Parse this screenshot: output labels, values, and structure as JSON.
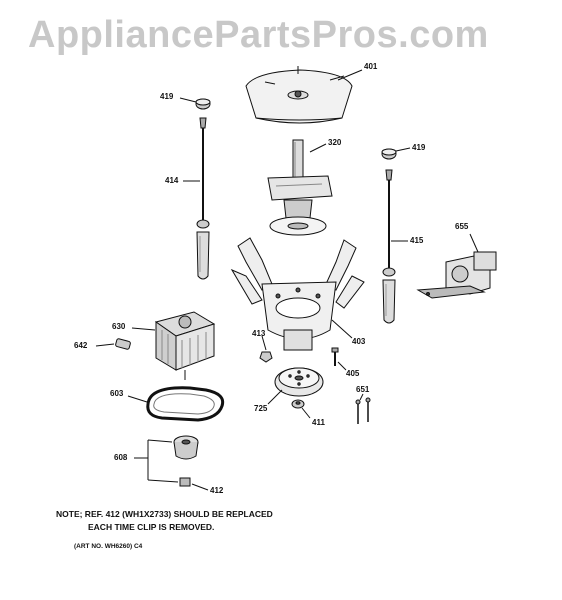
{
  "watermark": "AppliancePartsPros.com",
  "callouts": {
    "c401": "401",
    "c419a": "419",
    "c419b": "419",
    "c320": "320",
    "c414": "414",
    "c415": "415",
    "c655": "655",
    "c630": "630",
    "c642": "642",
    "c413": "413",
    "c403": "403",
    "c405": "405",
    "c651": "651",
    "c603": "603",
    "c725": "725",
    "c411": "411",
    "c608": "608",
    "c412": "412"
  },
  "note": {
    "line1": "NOTE; REF. 412 (WH1X2733) SHOULD BE REPLACED",
    "line2": "EACH TIME CLIP IS REMOVED."
  },
  "art_number": "(ART NO. WH6260) C4"
}
